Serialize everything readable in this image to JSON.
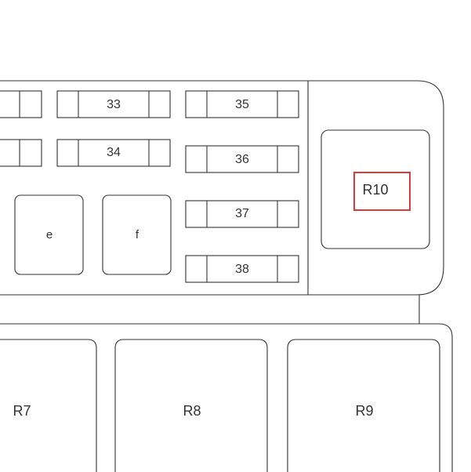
{
  "fuses": {
    "f33": "33",
    "f34": "34",
    "f35": "35",
    "f36": "36",
    "f37": "37",
    "f38": "38"
  },
  "slots": {
    "e": "e",
    "f": "f"
  },
  "relays": {
    "r7": "R7",
    "r8": "R8",
    "r9": "R9",
    "r10": "R10"
  },
  "highlight": {
    "target": "R10",
    "color": "#d93a3a"
  }
}
